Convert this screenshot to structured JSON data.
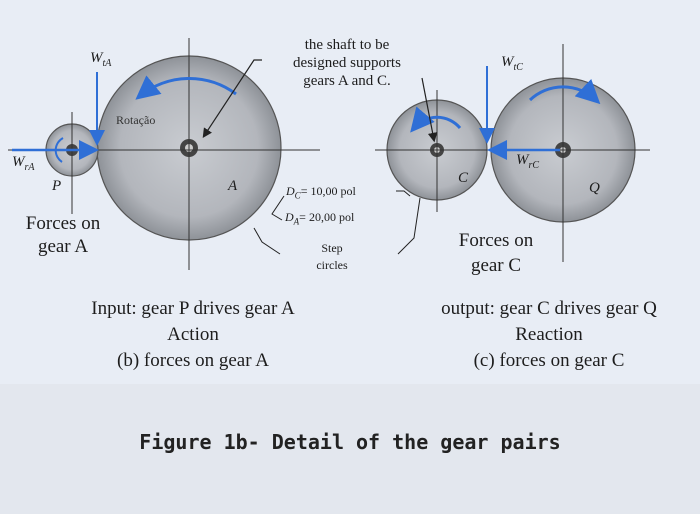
{
  "labels": {
    "shaft_note": [
      "the shaft to be",
      "designed supports",
      "gears A and C."
    ],
    "rotation": "Rotação",
    "w_ta_top": "W",
    "w_ta_top_sub": "tA",
    "w_ra_left": "W",
    "w_ra_left_sub": "rA",
    "w_tc_top": "W",
    "w_tc_top_sub": "tC",
    "w_rc_mid": "W",
    "w_rc_mid_sub": "rC",
    "gear_p": "P",
    "gear_a": "A",
    "gear_c": "C",
    "gear_q": "Q",
    "dc": "D",
    "dc_sub": "C",
    "dc_value": "= 10,00 pol",
    "da": "D",
    "da_sub": "A",
    "da_value": "= 20,00 pol",
    "step_circles": [
      "Step",
      "circles"
    ],
    "forces_a": [
      "Forces on",
      "gear A"
    ],
    "forces_c": [
      "Forces on",
      "gear C"
    ]
  },
  "left_caption": [
    "Input: gear P drives gear A",
    "Action",
    "(b) forces on gear A"
  ],
  "right_caption": [
    "output: gear C drives gear Q",
    "Reaction",
    "(c) forces on gear C"
  ],
  "figure_caption": "Figure 1b- Detail of the gear pairs",
  "colors": {
    "arrow_blue": "#2f6fd6",
    "gear_gray": "#a9adb3"
  }
}
